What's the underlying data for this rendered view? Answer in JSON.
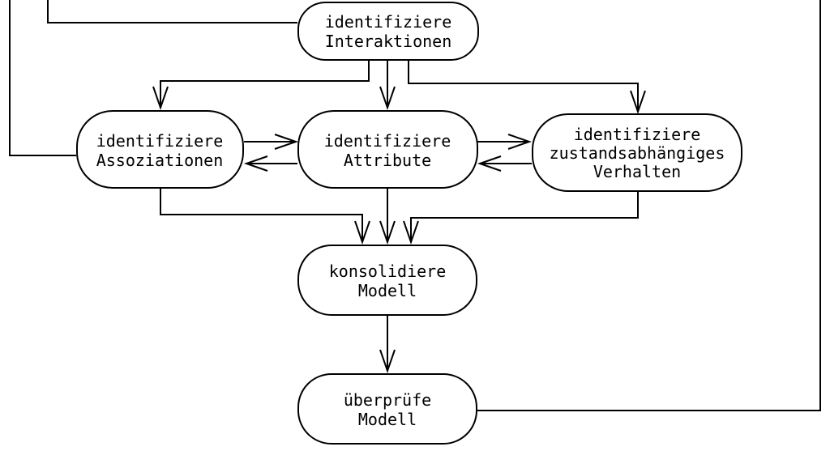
{
  "diagram": {
    "title": "OOA process flow (German)",
    "colors": {
      "background": "#ffffff",
      "line": "#000000",
      "text": "#000000"
    },
    "nodes": [
      {
        "id": "interaktionen",
        "lines": [
          "identifiziere",
          "Interaktionen"
        ]
      },
      {
        "id": "assoziationen",
        "lines": [
          "identifiziere",
          "Assoziationen"
        ]
      },
      {
        "id": "attribute",
        "lines": [
          "identifiziere",
          "Attribute"
        ]
      },
      {
        "id": "verhalten",
        "lines": [
          "identifiziere",
          "zustandsabhängiges",
          "Verhalten"
        ]
      },
      {
        "id": "konsolidiere",
        "lines": [
          "konsolidiere",
          "Modell"
        ]
      },
      {
        "id": "ueberpruefe",
        "lines": [
          "überprüfe",
          "Modell"
        ]
      }
    ],
    "edges": [
      {
        "from": "offpage-top-left-outer",
        "to": "identifiziere-assoziationen",
        "arrow": false
      },
      {
        "from": "offpage-top-left-inner",
        "to": "identifiziere-interaktionen",
        "arrow": false
      },
      {
        "from": "identifiziere-interaktionen",
        "to": "identifiziere-assoziationen",
        "arrow": true
      },
      {
        "from": "identifiziere-interaktionen",
        "to": "identifiziere-attribute",
        "arrow": true
      },
      {
        "from": "identifiziere-interaktionen",
        "to": "identifiziere-zustandsabhaengiges-verhalten",
        "arrow": true
      },
      {
        "from": "identifiziere-assoziationen",
        "to": "identifiziere-attribute",
        "arrow": true
      },
      {
        "from": "identifiziere-attribute",
        "to": "identifiziere-assoziationen",
        "arrow": true
      },
      {
        "from": "identifiziere-attribute",
        "to": "identifiziere-zustandsabhaengiges-verhalten",
        "arrow": true
      },
      {
        "from": "identifiziere-zustandsabhaengiges-verhalten",
        "to": "identifiziere-attribute",
        "arrow": true
      },
      {
        "from": "identifiziere-assoziationen",
        "to": "konsolidiere-modell",
        "arrow": true
      },
      {
        "from": "identifiziere-attribute",
        "to": "konsolidiere-modell",
        "arrow": true
      },
      {
        "from": "identifiziere-zustandsabhaengiges-verhalten",
        "to": "konsolidiere-modell",
        "arrow": true
      },
      {
        "from": "konsolidiere-modell",
        "to": "ueberpruefe-modell",
        "arrow": true
      },
      {
        "from": "ueberpruefe-modell",
        "to": "offpage-top-right",
        "arrow": false
      }
    ]
  }
}
